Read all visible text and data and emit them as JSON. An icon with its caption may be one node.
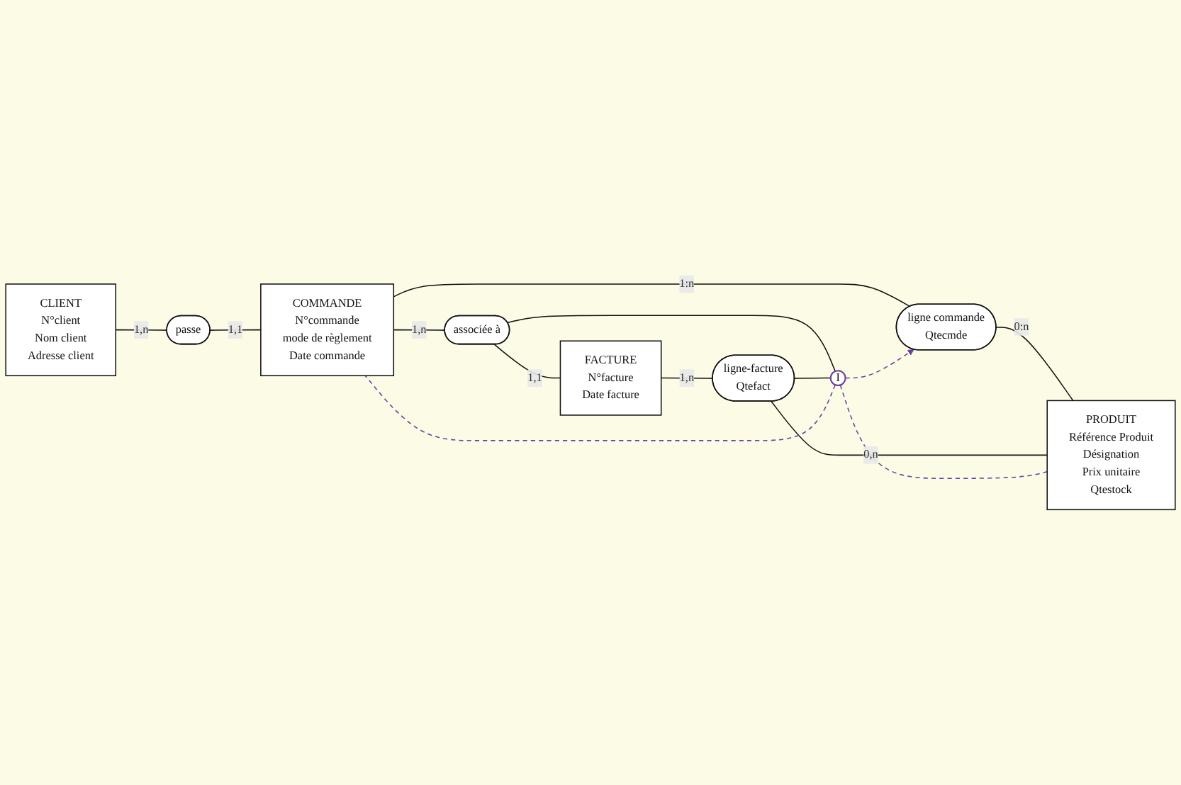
{
  "diagram": {
    "nodes": [
      {
        "text": [
          "CLIENT",
          "N°client",
          "Nom client",
          "Adresse client"
        ]
      },
      {
        "text": [
          "passe"
        ]
      },
      {
        "text": [
          "COMMANDE",
          "N°commande",
          "mode de règlement",
          "Date commande"
        ]
      },
      {
        "text": [
          "associée à"
        ]
      },
      {
        "text": [
          "ligne commande",
          "Qtecmde"
        ]
      },
      {
        "text": [
          "I"
        ]
      },
      {
        "text": [
          "FACTURE",
          "N°facture",
          "Date facture"
        ]
      },
      {
        "text": [
          "ligne-facture",
          "Qtefact"
        ]
      },
      {
        "text": [
          "PRODUIT",
          "Référence Produit",
          "Désignation",
          "Prix unitaire",
          "Qtestock"
        ]
      }
    ],
    "edges": [
      {
        "from": 0,
        "to": 1,
        "arrow": "none",
        "label": "1,n"
      },
      {
        "from": 1,
        "to": 2,
        "arrow": "none",
        "label": "1,1"
      },
      {
        "from": 2,
        "to": 3,
        "arrow": "none",
        "label": "1,n"
      },
      {
        "from": 3,
        "to": 6,
        "arrow": "none",
        "label": "1,1"
      },
      {
        "from": 2,
        "to": 4,
        "arrow": "none",
        "label": "1:n"
      },
      {
        "from": 4,
        "to": 8,
        "arrow": "none",
        "label": "0:n"
      },
      {
        "from": 6,
        "to": 7,
        "arrow": "none",
        "label": "1,n"
      },
      {
        "from": 7,
        "to": 8,
        "arrow": "none",
        "label": "0,n"
      },
      {
        "from": 3,
        "to": 5,
        "arrow": "none"
      },
      {
        "from": 7,
        "to": 5,
        "arrow": "none"
      },
      {
        "from": 5,
        "to": 4,
        "arrow": "to",
        "style": "dashed",
        "color": "#6a3f9e"
      },
      {
        "from": 5,
        "to": 2,
        "arrow": "none",
        "style": "dashed",
        "color": "#6a3f9e"
      },
      {
        "from": 5,
        "to": 8,
        "arrow": "none",
        "style": "dashed",
        "color": "#6a3f9e"
      }
    ]
  }
}
